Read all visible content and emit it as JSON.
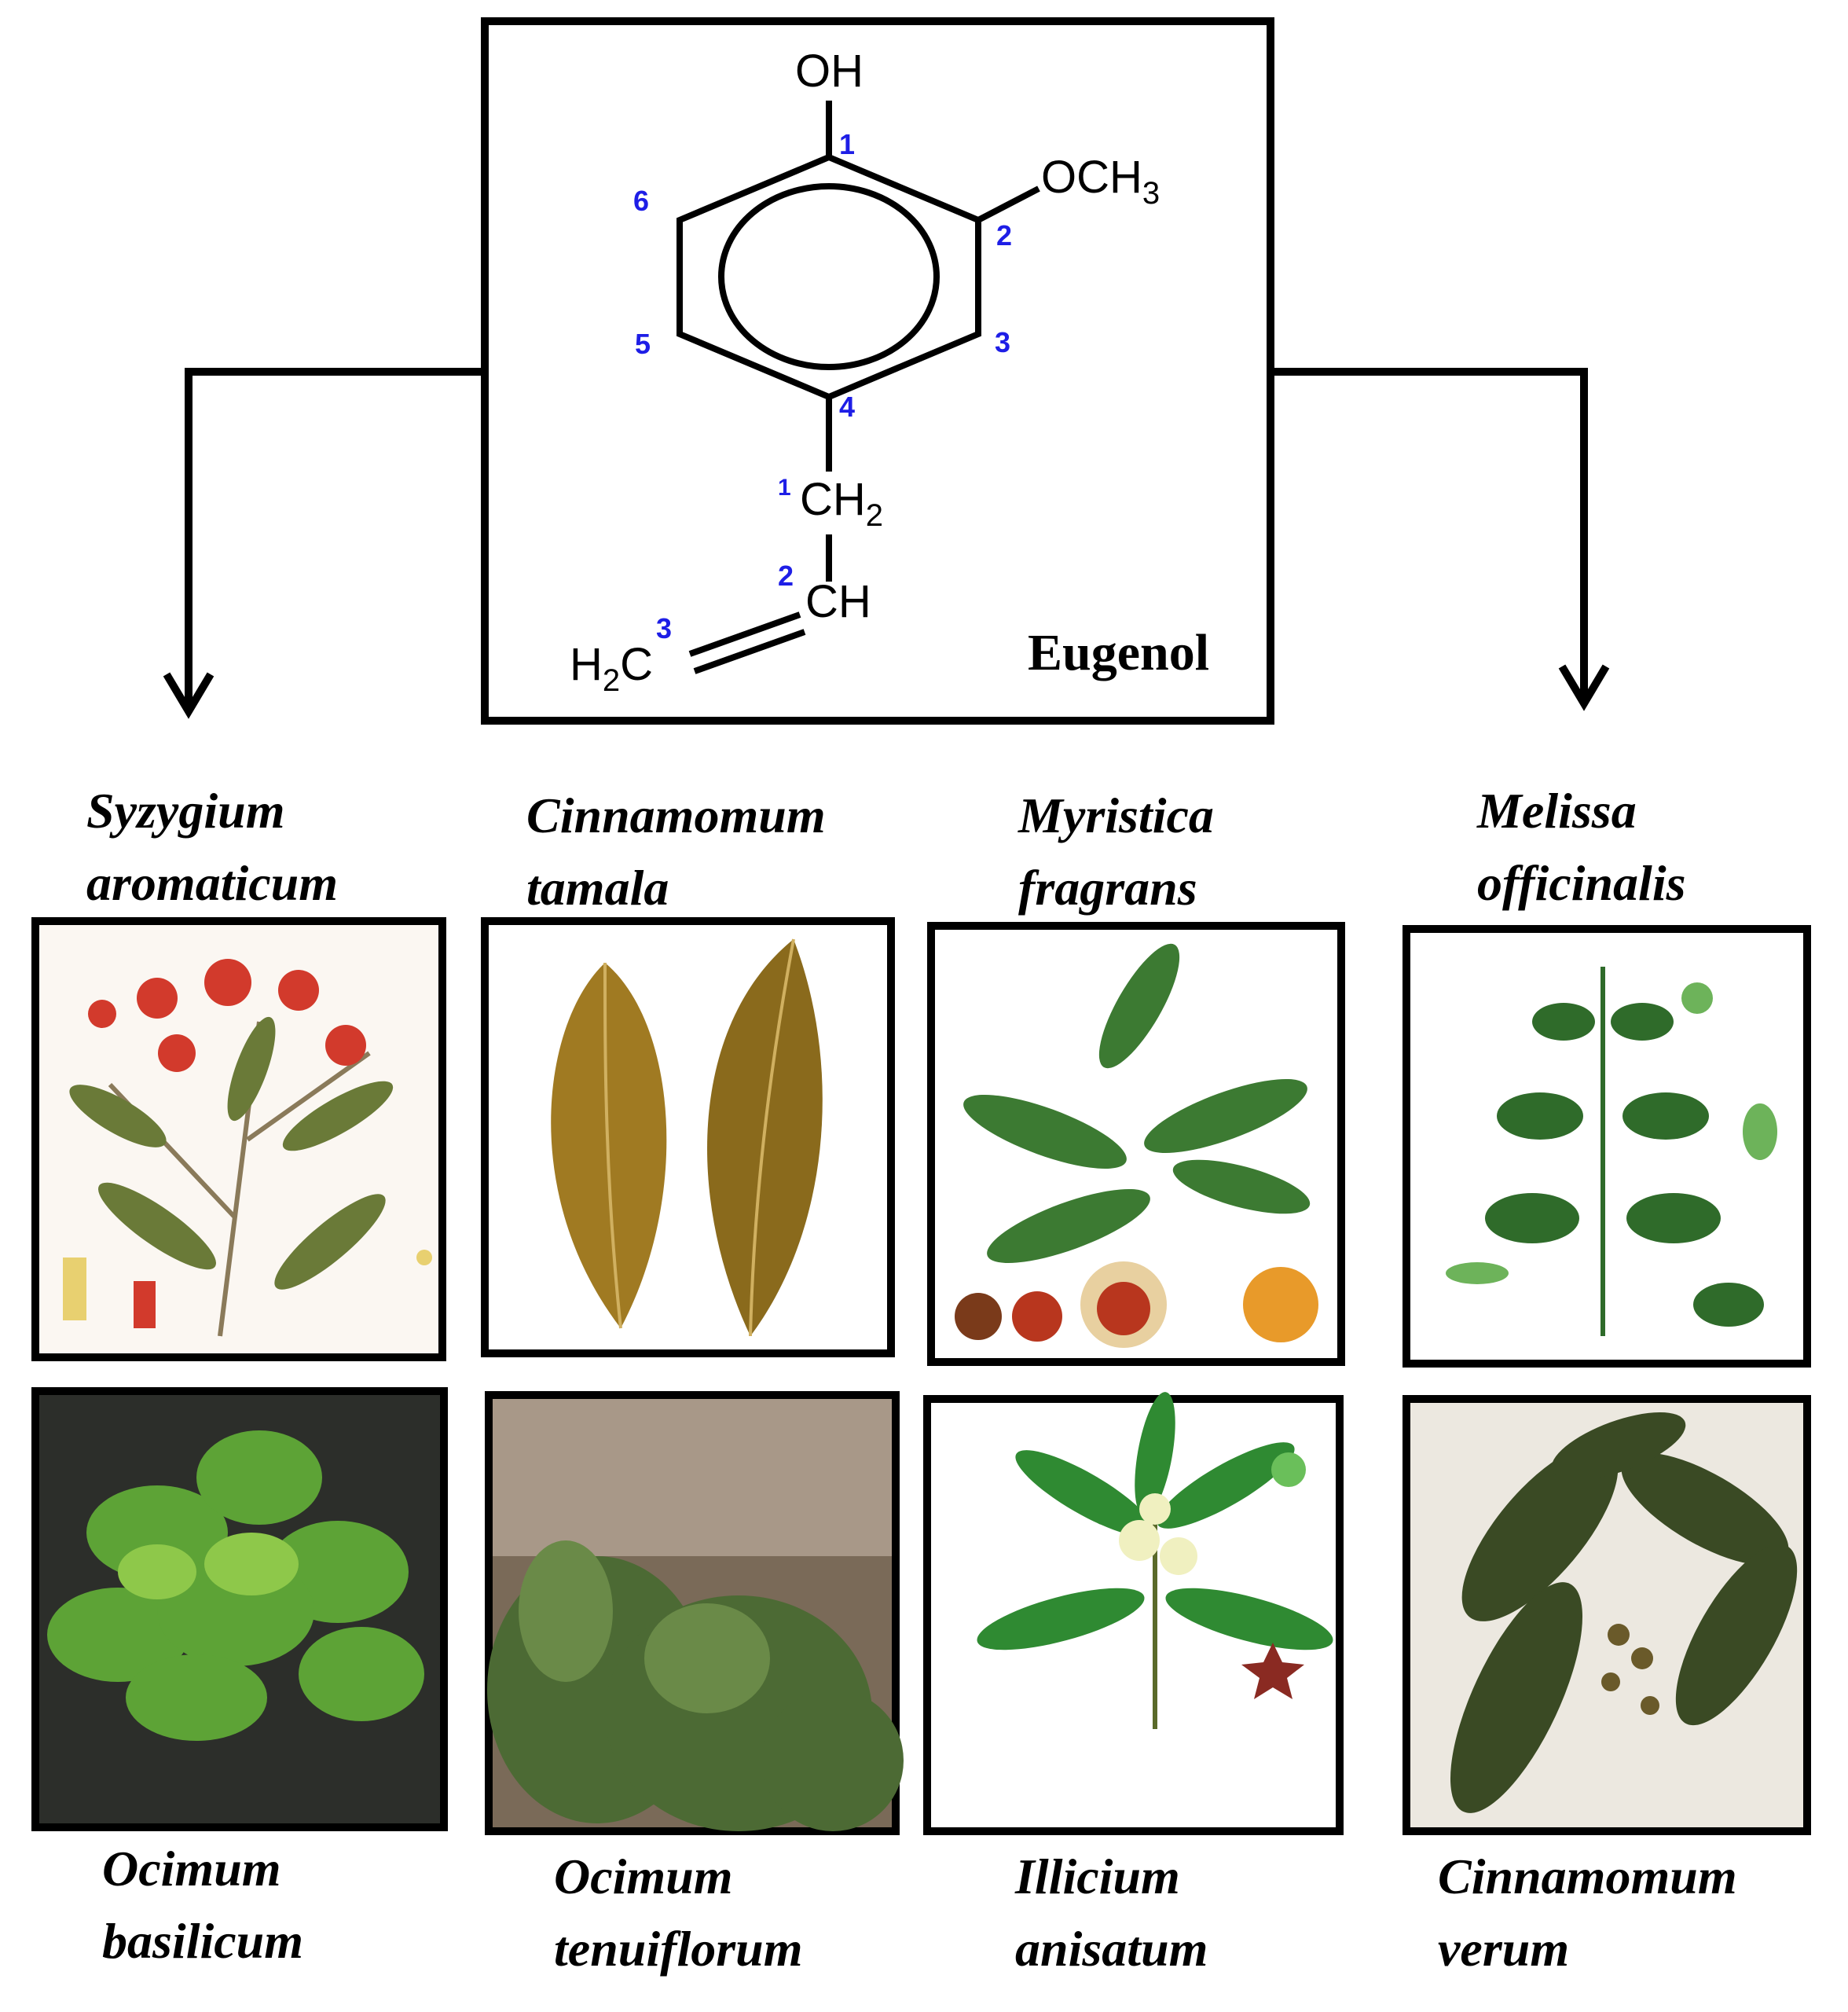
{
  "compound": {
    "name": "Eugenol",
    "groups": {
      "hydroxyl": "OH",
      "methoxy_prefix": "OCH",
      "methoxy_sub": "3",
      "ch2": "CH",
      "ch2_sub": "2",
      "ch": "CH",
      "h2c_prefix": "H",
      "h2c_sub": "2",
      "h2c_suffix": "C"
    },
    "ring_numbers": [
      "1",
      "2",
      "3",
      "4",
      "5",
      "6"
    ],
    "chain_numbers": [
      "1",
      "2",
      "3"
    ]
  },
  "plants": [
    {
      "name_line1": "Syzygium",
      "name_line2": "aromaticum",
      "colors": {
        "bg": "#fbf7f2",
        "accent": "#d23a2c",
        "leaf": "#6a7a38"
      }
    },
    {
      "name_line1": "Cinnamomum",
      "name_line2": "tamala",
      "colors": {
        "bg": "#ffffff",
        "accent": "#a07a22",
        "leaf": "#8a6a1c"
      }
    },
    {
      "name_line1": "Myristica",
      "name_line2": "fragrans",
      "colors": {
        "bg": "#ffffff",
        "accent": "#b8361e",
        "leaf": "#3c7a32"
      }
    },
    {
      "name_line1": "Melissa",
      "name_line2": "officinalis",
      "colors": {
        "bg": "#ffffff",
        "accent": "#6db35a",
        "leaf": "#2f6b2a"
      }
    },
    {
      "name_line1": "Ocimum",
      "name_line2": "basilicum",
      "colors": {
        "bg": "#2c2e2a",
        "accent": "#8ec84a",
        "leaf": "#5da336"
      }
    },
    {
      "name_line1": "Ocimum",
      "name_line2": "tenuiflorum",
      "colors": {
        "bg": "#7a6a58",
        "accent": "#6a8a48",
        "leaf": "#4c6a34"
      }
    },
    {
      "name_line1": "Illicium",
      "name_line2": "anisatum",
      "colors": {
        "bg": "#ffffff",
        "accent": "#8a2a22",
        "leaf": "#2f8a32"
      }
    },
    {
      "name_line1": "Cinnamomum",
      "name_line2": "verum",
      "colors": {
        "bg": "#ece8e0",
        "accent": "#b89a4a",
        "leaf": "#3a4a24"
      }
    }
  ],
  "colors": {
    "line": "#000000",
    "numbers": "#1e1ee6"
  }
}
